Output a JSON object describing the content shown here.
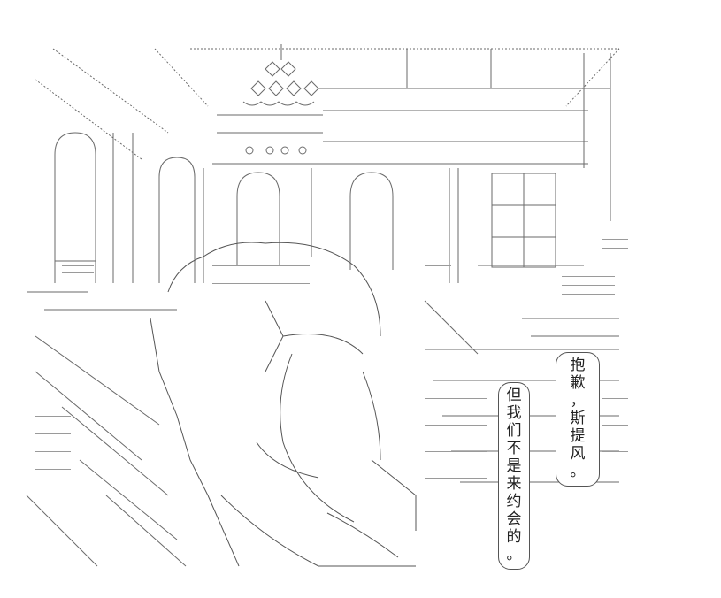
{
  "bubbles": {
    "left": [
      "但",
      "我",
      "们",
      "不",
      "是",
      "来",
      "约",
      "会",
      "的",
      "。"
    ],
    "right_line1": [
      "抱",
      "歉",
      "，"
    ],
    "right_line2": [
      "斯",
      "提",
      "风",
      "。"
    ]
  },
  "art_colors": {
    "ink": "#555555",
    "light_ink": "#8a8a8a",
    "paper": "#ffffff"
  }
}
